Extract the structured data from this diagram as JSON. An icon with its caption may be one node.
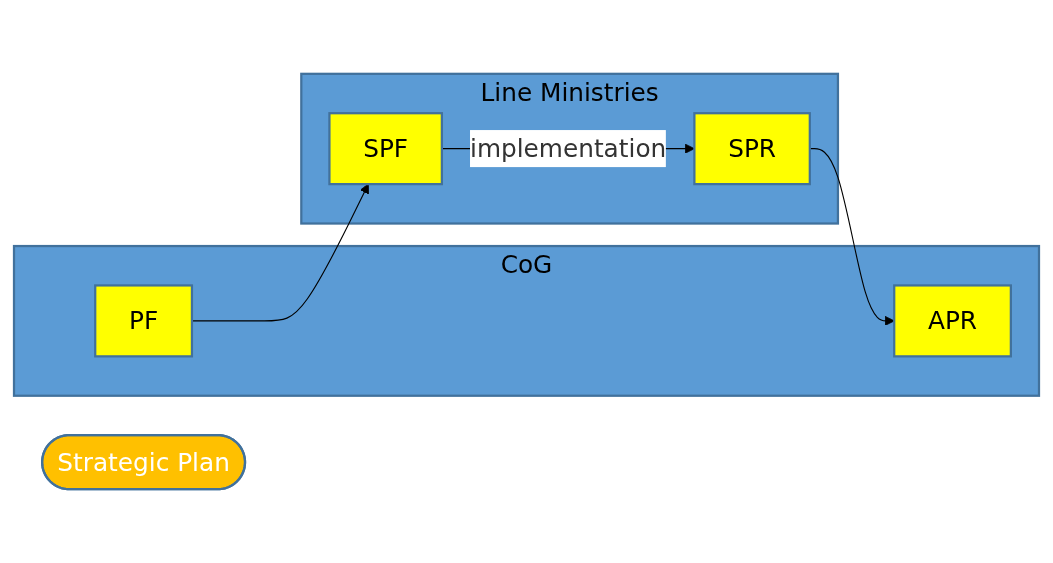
{
  "diagram": {
    "nodes": [
      {
        "text": [
          "CoG"
        ]
      },
      {
        "text": [
          "Strategic Plan"
        ]
      },
      {
        "text": [
          "PF"
        ],
        "in": 0
      },
      {
        "text": [
          "APR"
        ],
        "in": 0
      },
      {
        "text": [
          "Line Ministries"
        ]
      },
      {
        "text": [
          "SPF"
        ],
        "in": 4
      },
      {
        "text": [
          "SPR"
        ],
        "in": 4
      }
    ],
    "edges": [
      {
        "from": 2,
        "to": 5,
        "arrow": "to"
      },
      {
        "from": 5,
        "to": 6,
        "arrow": "to",
        "label": "implementation"
      },
      {
        "from": 6,
        "to": 3,
        "arrow": "to"
      }
    ]
  }
}
